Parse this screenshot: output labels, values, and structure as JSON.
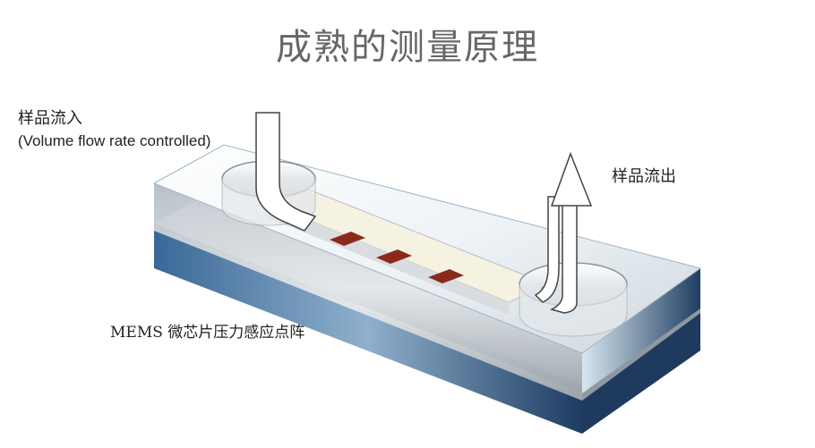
{
  "title": "成熟的测量原理",
  "labels": {
    "inlet": "样品流入",
    "inlet_note": "(Volume flow rate controlled)",
    "outlet": "样品流出",
    "sensor": "MEMS 微芯片压力感应点阵"
  },
  "colors": {
    "title": "#666666",
    "glass_edge": "#1f3e63",
    "metal_layer": "#9aa3ab",
    "base_layer": "#2a4f7d",
    "sensor_pad": "#8b2a1c",
    "indicator": "#d4c430"
  }
}
